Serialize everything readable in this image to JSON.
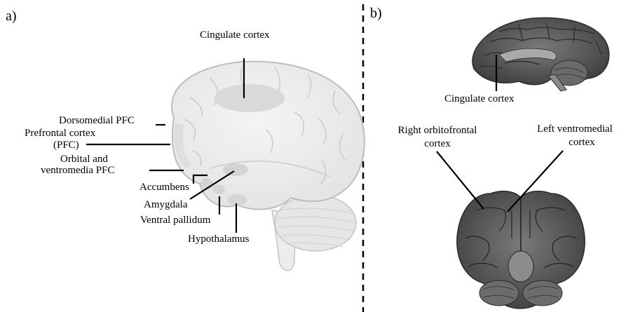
{
  "panels": {
    "a": "a)",
    "b": "b)"
  },
  "panel_a": {
    "labels": {
      "cingulate": "Cingulate cortex",
      "dorsomedial": "Dorsomedial PFC",
      "prefrontal_1": "Prefrontal cortex",
      "prefrontal_2": "(PFC)",
      "orbital_1": "Orbital and",
      "orbital_2": "ventromedia PFC",
      "accumbens": "Accumbens",
      "amygdala": "Amygdala",
      "ventral_pallidum": "Ventral pallidum",
      "hypothalamus": "Hypothalamus"
    }
  },
  "panel_b": {
    "labels": {
      "cingulate": "Cingulate cortex",
      "right_ofc_1": "Right orbitofrontal",
      "right_ofc_2": "cortex",
      "left_vm_1": "Left ventromedial",
      "left_vm_2": "cortex"
    }
  },
  "colors": {
    "brain_fill": "#ededed",
    "brain_stroke": "#bdbdbd",
    "highlight": "#d9d9d9",
    "photo_dark": "#555555",
    "line": "#000000"
  }
}
